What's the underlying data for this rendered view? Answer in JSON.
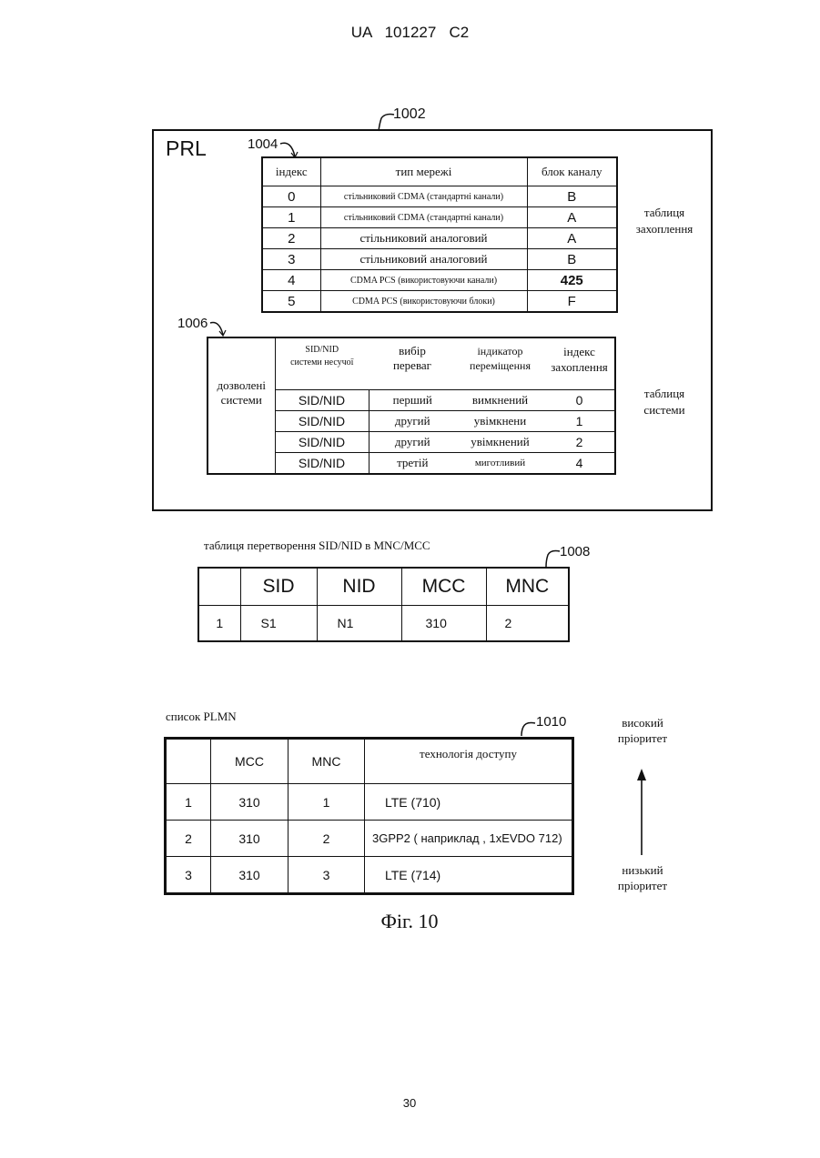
{
  "header": {
    "doc_id": "UA   101227   C2"
  },
  "prl": {
    "ref": "1002",
    "title": "PRL",
    "coverage_ref": "1004",
    "coverage_headers": [
      "індекс",
      "тип мережі",
      "блок каналу"
    ],
    "coverage_rows": [
      [
        "0",
        "стільниковий CDMA (стандартні канали)",
        "B"
      ],
      [
        "1",
        "стільниковий CDMA (стандартні канали)",
        "A"
      ],
      [
        "2",
        "стільниковий аналоговий",
        "A"
      ],
      [
        "3",
        "стільниковий аналоговий",
        "B"
      ],
      [
        "4",
        "CDMA PCS (використовуючи канали)",
        "425"
      ],
      [
        "5",
        "CDMA PCS (використовуючи блоки)",
        "F"
      ]
    ],
    "coverage_label": [
      "таблиця",
      "захоплення"
    ],
    "system_ref": "1006",
    "system_side_label": [
      "дозволені",
      "системи"
    ],
    "system_headers": [
      [
        "SID/NID",
        "системи несучої"
      ],
      [
        "вибір",
        "переваг"
      ],
      [
        "індикатор",
        "переміщення"
      ],
      [
        "індекс",
        "захоплення"
      ]
    ],
    "system_rows": [
      [
        "SID/NID",
        "перший",
        "вимкнений",
        "0"
      ],
      [
        "SID/NID",
        "другий",
        "увімкнени",
        "1"
      ],
      [
        "SID/NID",
        "другий",
        "увімкнений",
        "2"
      ],
      [
        "SID/NID",
        "третій",
        "миготливий",
        "4"
      ]
    ],
    "system_label": [
      "таблиця",
      "системи"
    ]
  },
  "conversion": {
    "caption": "таблиця перетворення SID/NID в MNC/MCC",
    "ref": "1008",
    "headers": [
      "",
      "SID",
      "NID",
      "MCC",
      "MNC"
    ],
    "rows": [
      [
        "1",
        "S1",
        "N1",
        "310",
        "2"
      ]
    ]
  },
  "plmn": {
    "caption": "список PLMN",
    "ref": "1010",
    "headers": [
      "",
      "MCC",
      "MNC",
      "технологія доступу"
    ],
    "rows": [
      [
        "1",
        "310",
        "1",
        "LTE (710)"
      ],
      [
        "2",
        "310",
        "2",
        "3GPP2 ( наприклад  , 1xEVDO 712)"
      ],
      [
        "3",
        "310",
        "3",
        "LTE (714)"
      ]
    ],
    "priority_high": [
      "високий",
      "пріоритет"
    ],
    "priority_low": [
      "низький",
      "пріоритет"
    ]
  },
  "figure_caption": "Фіг. 10",
  "page_number": "30"
}
